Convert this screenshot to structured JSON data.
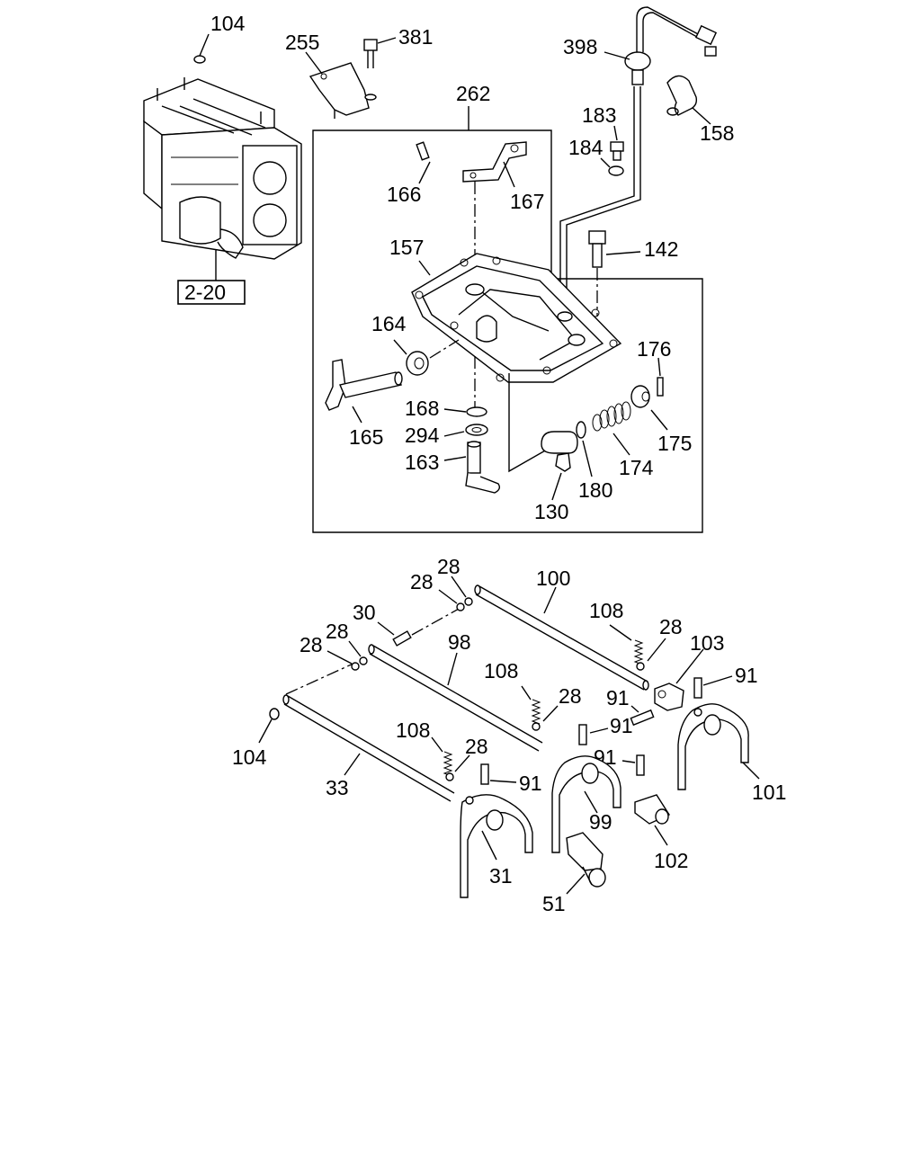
{
  "section_ref": "2-20",
  "callouts": {
    "c104a": "104",
    "c255": "255",
    "c381": "381",
    "c398": "398",
    "c262": "262",
    "c183": "183",
    "c184": "184",
    "c158": "158",
    "c166": "166",
    "c167": "167",
    "c142": "142",
    "c157": "157",
    "c164": "164",
    "c176": "176",
    "c168": "168",
    "c165": "165",
    "c294": "294",
    "c175": "175",
    "c163": "163",
    "c174": "174",
    "c180": "180",
    "c130": "130",
    "c28a": "28",
    "c28b": "28",
    "c100": "100",
    "c30": "30",
    "c108a": "108",
    "c28c": "28",
    "c28d": "28",
    "c98": "98",
    "c103": "103",
    "c28e": "28",
    "c108b": "108",
    "c91a": "91",
    "c28f": "28",
    "c91b": "91",
    "c91c": "91",
    "c104b": "104",
    "c108c": "108",
    "c28g": "28",
    "c91d": "91",
    "c33": "33",
    "c91e": "91",
    "c101": "101",
    "c99": "99",
    "c102": "102",
    "c31": "31",
    "c51": "51"
  }
}
